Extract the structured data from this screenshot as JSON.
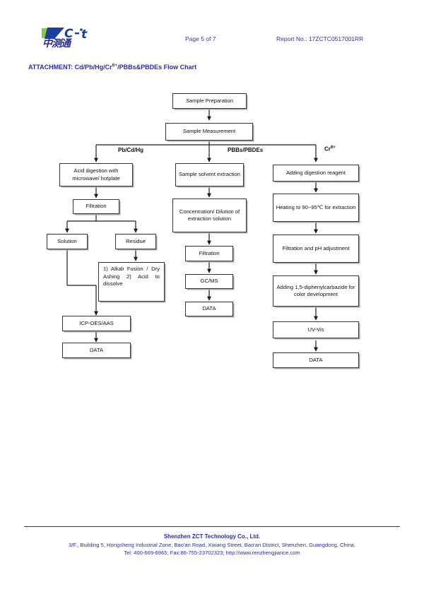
{
  "header": {
    "logo_latin": "C·t",
    "logo_chinese": "中测通",
    "page_number": "Page 5 of 7",
    "report_label": "Report No.: 17ZCTC0517001RR"
  },
  "attachment": {
    "title_prefix": "ATTACHMENT: Cd/Pb/Hg/Cr",
    "title_sup": "6+",
    "title_suffix": "/PBBs&PBDEs Flow Chart"
  },
  "flowchart": {
    "top_nodes": [
      {
        "id": "sample-preparation",
        "label": "Sample Preparation"
      },
      {
        "id": "sample-measurement",
        "label": "Sample Measurement"
      }
    ],
    "branch_labels": [
      {
        "id": "branch-pb-cd-hg",
        "text": "Pb/Cd/Hg",
        "sup": ""
      },
      {
        "id": "branch-pbbs-pbdes",
        "text": "PBBs/PBDEs",
        "sup": ""
      },
      {
        "id": "branch-cr6",
        "text": "Cr",
        "sup": "6+"
      }
    ],
    "column_left": [
      {
        "id": "acid-digestion",
        "label": "Acid digestion with microwave/ hotplate"
      },
      {
        "id": "filtration-left",
        "label": "Filtration"
      },
      {
        "id": "solution",
        "label": "Solution"
      },
      {
        "id": "residue",
        "label": "Residue"
      },
      {
        "id": "alkali-fusion",
        "label": "1) Alkali Fusion / Dry Ashing 2) Acid to dissolve"
      },
      {
        "id": "icp-oes-aas",
        "label": "ICP-OES/AAS"
      },
      {
        "id": "data-left",
        "label": "DATA"
      }
    ],
    "column_middle": [
      {
        "id": "sample-solvent-extraction",
        "label": "Sample solvent extraction"
      },
      {
        "id": "concentration-dilution",
        "label": "Concentration/ Dilution of extraction solution"
      },
      {
        "id": "filtration-middle",
        "label": "Filtration"
      },
      {
        "id": "gc-ms",
        "label": "GC/MS"
      },
      {
        "id": "data-middle",
        "label": "DATA"
      }
    ],
    "column_right": [
      {
        "id": "adding-digestion-reagent",
        "label": "Adding digestion reagent"
      },
      {
        "id": "heating-extraction",
        "label": "Heating to 90~95℃  for extraction"
      },
      {
        "id": "filtration-ph",
        "label": "Filtration and pH adjustment"
      },
      {
        "id": "diphenylcarbazide",
        "label": "Adding 1,5-diphenylcarbazide for color development"
      },
      {
        "id": "uv-vis",
        "label": "UV-Vis"
      },
      {
        "id": "data-right",
        "label": "DATA"
      }
    ]
  },
  "footer": {
    "company": "Shenzhen ZCT Technology Co., Ltd.",
    "address": "3/F., Building 5, Hongsheng Industrial Zone,  Bao'an Road, Xixiang Street, Bao'an District, Shenzhen, Guangdong, China.",
    "contact": "Tel: 400-669-6965; Fax:86-755-23702323; http://www.renzhengjiance.com"
  },
  "colors": {
    "brand_blue": "#2b2bb0",
    "logo_green": "#8dc63f",
    "logo_blue": "#1b3f9e",
    "box_border": "#333333"
  }
}
